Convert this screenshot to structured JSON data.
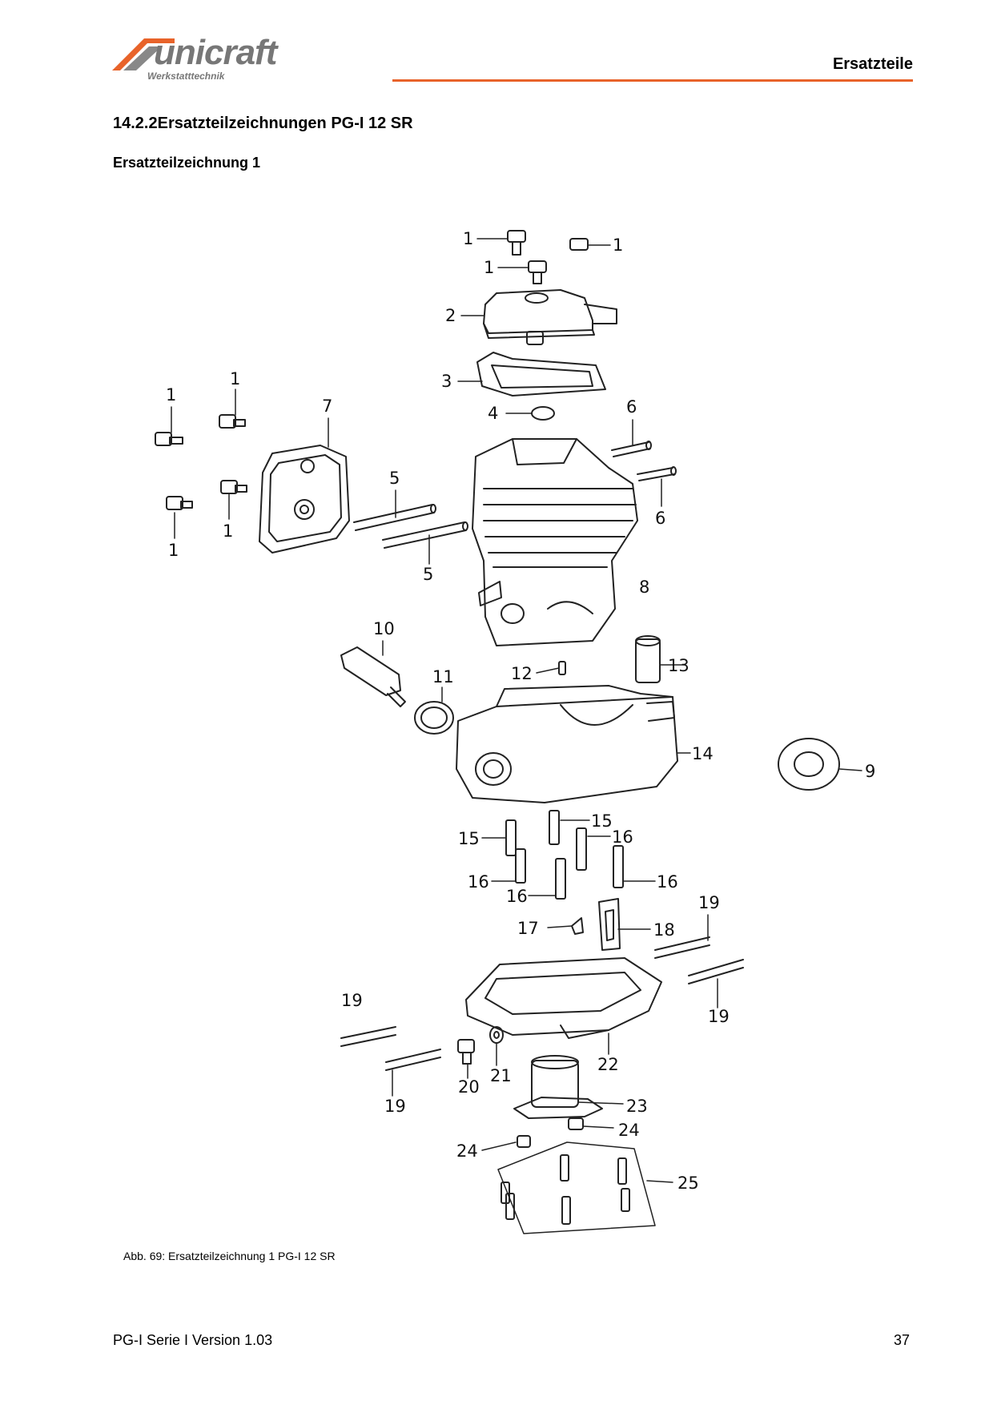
{
  "header": {
    "brand": "unicraft",
    "brand_subtitle": "Werkstatttechnik",
    "section_label": "Ersatzteile",
    "accent_color": "#e8632a"
  },
  "page": {
    "heading": "14.2.2Ersatzteilzeichnungen PG-I 12 SR",
    "subheading": "Ersatzteilzeichnung 1"
  },
  "drawing": {
    "callouts": [
      "1",
      "1",
      "1",
      "2",
      "3",
      "4",
      "6",
      "6",
      "1",
      "1",
      "7",
      "1",
      "1",
      "5",
      "5",
      "8",
      "10",
      "11",
      "12",
      "13",
      "14",
      "9",
      "15",
      "15",
      "16",
      "16",
      "16",
      "16",
      "17",
      "18",
      "19",
      "19",
      "19",
      "19",
      "22",
      "20",
      "21",
      "23",
      "24",
      "24",
      "25"
    ]
  },
  "figure": {
    "caption": "Abb. 69: Ersatzteilzeichnung 1   PG-I 12 SR"
  },
  "footer": {
    "doc_version": "PG-I Serie I Version 1.03",
    "page_number": "37"
  }
}
